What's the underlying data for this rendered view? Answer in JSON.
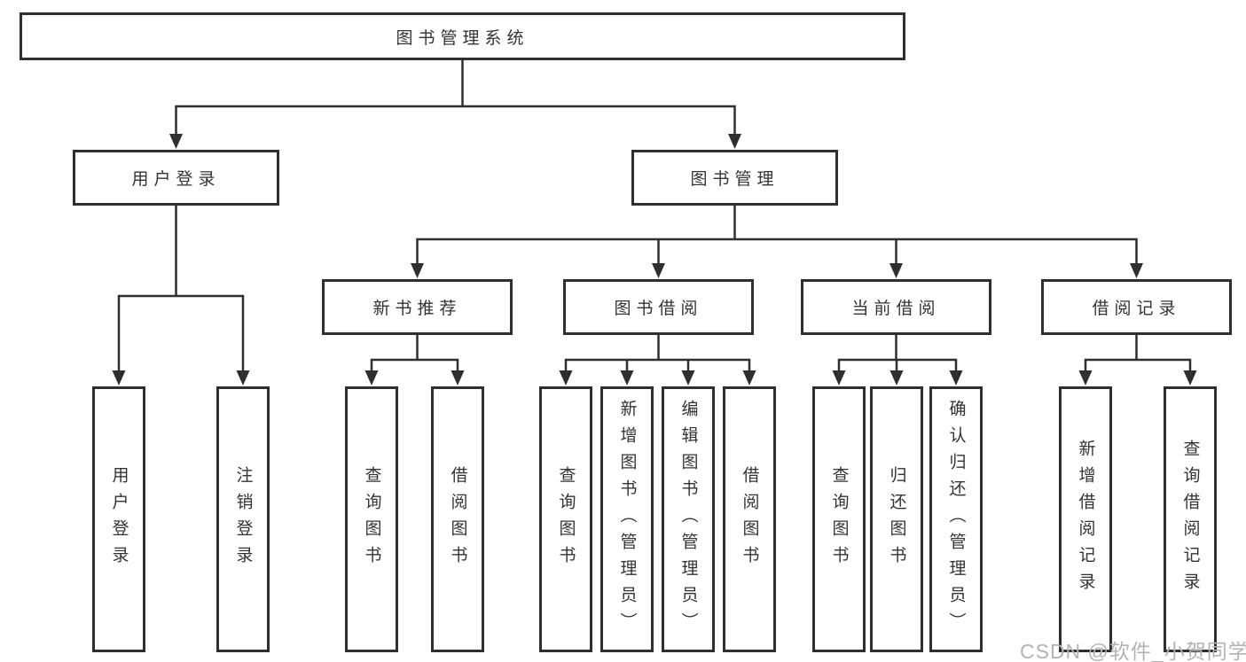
{
  "diagram": {
    "root": {
      "label": "图书管理系统"
    },
    "level2": [
      {
        "label": "用户登录"
      },
      {
        "label": "图书管理"
      }
    ],
    "level3": [
      {
        "label": "新书推荐"
      },
      {
        "label": "图书借阅"
      },
      {
        "label": "当前借阅"
      },
      {
        "label": "借阅记录"
      }
    ],
    "leaves": {
      "user_login": [
        "用户登录",
        "注销登录"
      ],
      "new_book": [
        "查询图书",
        "借阅图书"
      ],
      "book_borrow": [
        "查询图书",
        "新增图书（管理员）",
        "编辑图书（管理员）",
        "借阅图书"
      ],
      "current_borrow": [
        "查询图书",
        "归还图书",
        "确认归还（管理员）"
      ],
      "borrow_records": [
        "新增借阅记录",
        "查询借阅记录"
      ]
    }
  },
  "watermark": "CSDN @软件_小贺同学",
  "colors": {
    "line": "#2f2f2f",
    "text": "#333333",
    "watermark": "#b3b3b3",
    "background": "#ffffff"
  }
}
